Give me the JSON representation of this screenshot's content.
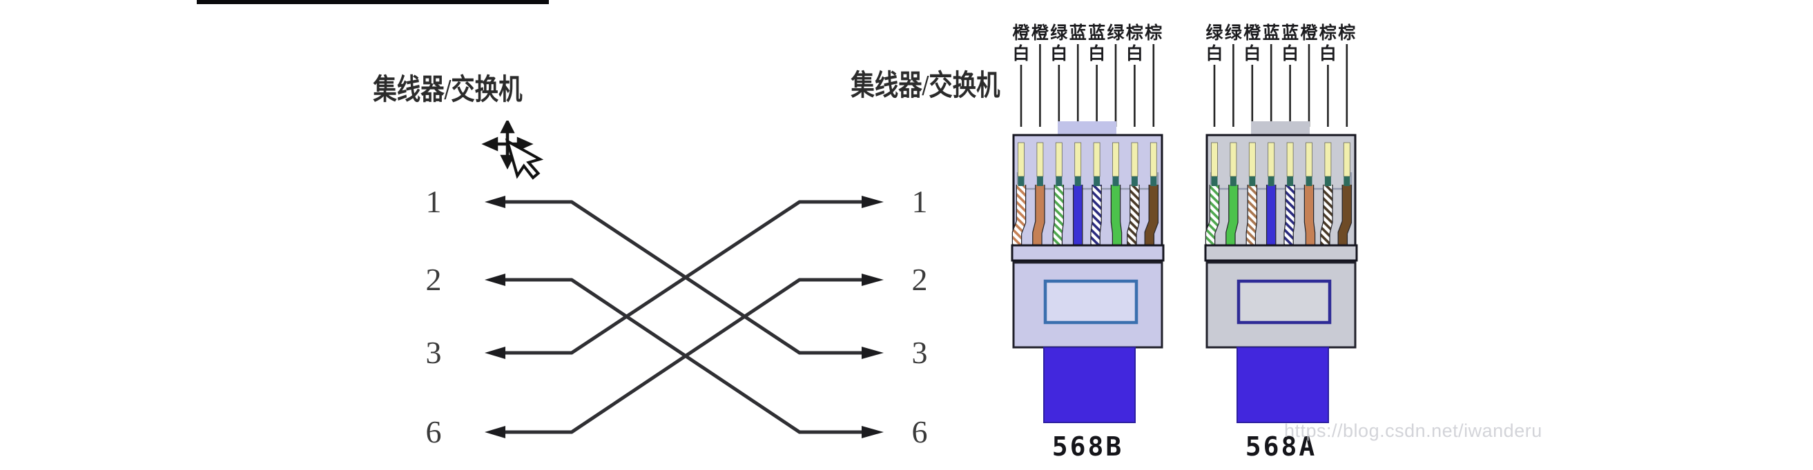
{
  "crossover": {
    "left_device": "集线器/交换机",
    "right_device": "集线器/交换机",
    "left_pins": [
      "1",
      "2",
      "3",
      "6"
    ],
    "right_pins": [
      "1",
      "2",
      "3",
      "6"
    ],
    "connections": [
      [
        "1",
        "3"
      ],
      [
        "2",
        "6"
      ],
      [
        "3",
        "1"
      ],
      [
        "6",
        "2"
      ]
    ],
    "line_color": "#2f2f33",
    "arrow_color": "#1c1c1f"
  },
  "connectors": [
    {
      "label": "568B",
      "white_char": "白",
      "white_positions": [
        0,
        2,
        4,
        6
      ],
      "wire_labels": [
        "橙",
        "橙",
        "绿",
        "蓝",
        "蓝",
        "绿",
        "棕",
        "棕"
      ],
      "wires": [
        {
          "type": "striped",
          "color": "#c58055"
        },
        {
          "type": "solid",
          "color": "#c58055"
        },
        {
          "type": "striped",
          "color": "#4fa84f"
        },
        {
          "type": "solid",
          "color": "#3a31d4"
        },
        {
          "type": "striped",
          "color": "#2b2b80"
        },
        {
          "type": "solid",
          "color": "#4cc24c"
        },
        {
          "type": "striped",
          "color": "#4a3a28"
        },
        {
          "type": "solid",
          "color": "#6e4b26"
        }
      ],
      "body_color": "#c9c9e8",
      "tab_color": "#c1c3e9",
      "pin_color": "#f1efae",
      "pin_tip_color": "#2e6b64",
      "inner_rect_stroke": "#3a6fae",
      "inner_rect_fill": "#d7d9f1",
      "cable_color": "#4227dd",
      "cable_stroke": "#2c1fa0"
    },
    {
      "label": "568A",
      "white_char": "白",
      "white_positions": [
        0,
        2,
        4,
        6
      ],
      "wire_labels": [
        "绿",
        "绿",
        "橙",
        "蓝",
        "蓝",
        "橙",
        "棕",
        "棕"
      ],
      "wires": [
        {
          "type": "striped",
          "color": "#4fa84f"
        },
        {
          "type": "solid",
          "color": "#4cc24c"
        },
        {
          "type": "striped",
          "color": "#a9764f"
        },
        {
          "type": "solid",
          "color": "#3a31d4"
        },
        {
          "type": "striped",
          "color": "#2b2b80"
        },
        {
          "type": "solid",
          "color": "#c58055"
        },
        {
          "type": "striped",
          "color": "#4a3a28"
        },
        {
          "type": "solid",
          "color": "#6e4b26"
        }
      ],
      "body_color": "#c9cbd4",
      "tab_color": "#c3c5cf",
      "pin_color": "#f1efae",
      "pin_tip_color": "#2e6b5c",
      "inner_rect_stroke": "#2e2b96",
      "inner_rect_fill": "#d3d5dc",
      "cable_color": "#4227dd",
      "cable_stroke": "#2c1fa0"
    }
  ],
  "watermark": "https://blog.csdn.net/iwanderu"
}
